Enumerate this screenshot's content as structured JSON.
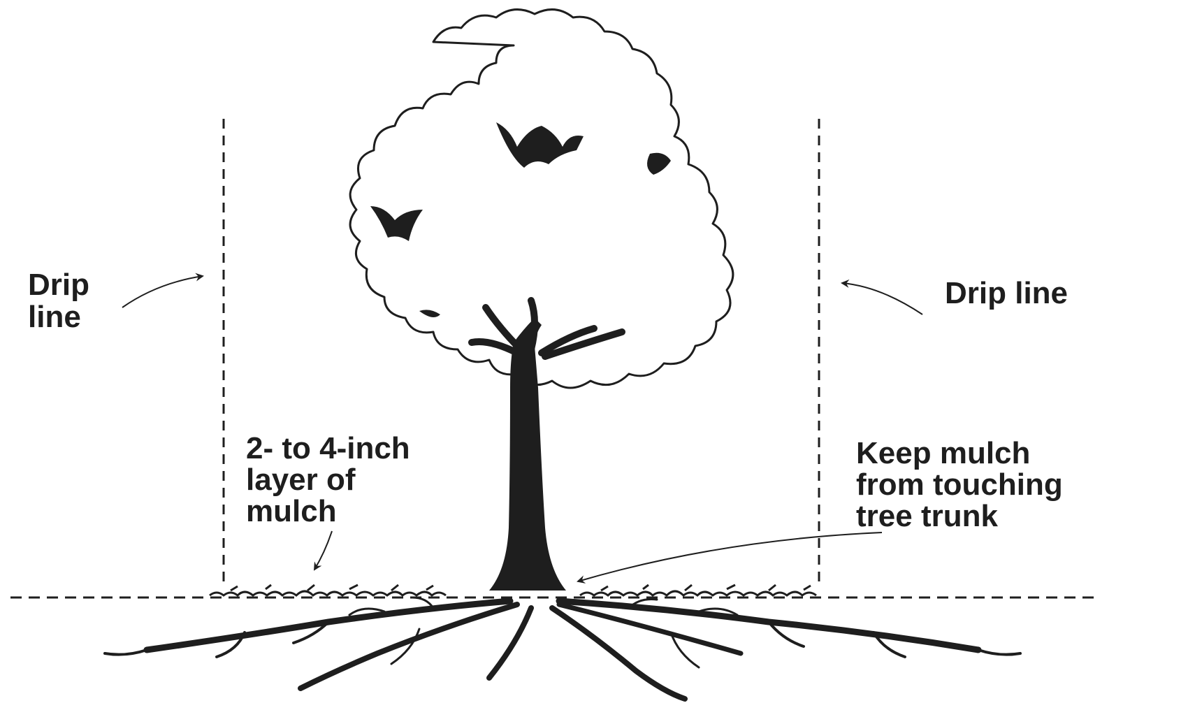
{
  "labels": {
    "drip_line_left": [
      "Drip",
      "line"
    ],
    "drip_line_right": "Drip line",
    "mulch_layer": [
      "2- to 4-inch",
      "layer of",
      "mulch"
    ],
    "keep_mulch": [
      "Keep mulch",
      "from touching",
      "tree trunk"
    ]
  },
  "colors": {
    "ink": "#1e1e1e",
    "background": "#ffffff"
  }
}
